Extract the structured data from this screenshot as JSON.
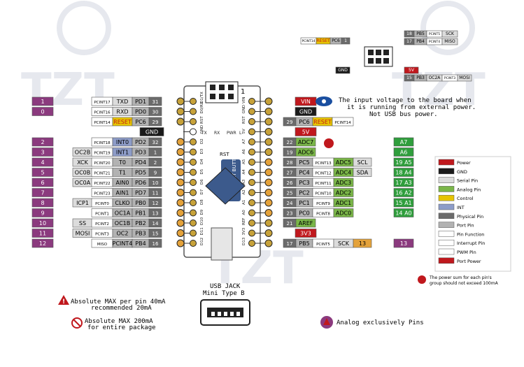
{
  "watermark": {
    "brand": "TZT"
  },
  "header": {
    "reset": "1",
    "isp_number": "1"
  },
  "colors": {
    "power": "#c0181d",
    "gnd": "#1a1a1a",
    "serial": "#dcdcdc",
    "analog": "#7ab648",
    "control": "#e6c400",
    "int": "#8d9cc8",
    "physical": "#6b6b6b",
    "port": "#b2b2b2",
    "pin_function": "#ffffff",
    "pcint": "#ffffff",
    "pwm": "#ffffff",
    "arduino_pin": "#8b3a7e",
    "analog_arduino": "#2f9e3c",
    "pcb": "#ffffff",
    "header_hole": "#c7a23a",
    "chip": "#3c5a8c"
  },
  "left_pins": [
    {
      "arduino": "1",
      "pcint": "PCINT17",
      "fn": "TXD",
      "port": "PD1",
      "phys": "31",
      "fncolor": "serial"
    },
    {
      "arduino": "0",
      "pcint": "PCINT16",
      "fn": "RXD",
      "port": "PD0",
      "phys": "30",
      "fncolor": "serial"
    },
    {
      "arduino": "",
      "pcint": "PCINT14",
      "fn": "RESET",
      "port": "PC6",
      "phys": "29",
      "fncolor": "control"
    },
    {
      "arduino": "",
      "pcint": "",
      "fn": "GND",
      "port": "",
      "phys": "",
      "fncolor": "gnd"
    },
    {
      "arduino": "2",
      "pcint": "PCINT18",
      "fn": "INT0",
      "port": "PD2",
      "phys": "32",
      "fncolor": "int"
    },
    {
      "arduino": "3",
      "extra": "OC2B",
      "pcint": "PCINT19",
      "fn": "INT1",
      "port": "PD3",
      "phys": "1",
      "fncolor": "int"
    },
    {
      "arduino": "4",
      "extra": "XCK",
      "pcint": "PCINT20",
      "fn": "T0",
      "port": "PD4",
      "phys": "2",
      "fncolor": "port"
    },
    {
      "arduino": "5",
      "extra": "OC0B",
      "pcint": "PCINT21",
      "fn": "T1",
      "port": "PD5",
      "phys": "9",
      "fncolor": "port"
    },
    {
      "arduino": "6",
      "extra": "OC0A",
      "pcint": "PCINT22",
      "fn": "AIN0",
      "port": "PD6",
      "phys": "10",
      "fncolor": "port"
    },
    {
      "arduino": "7",
      "extra": "",
      "pcint": "PCINT23",
      "fn": "AIN1",
      "port": "PD7",
      "phys": "11",
      "fncolor": "port"
    },
    {
      "arduino": "8",
      "extra": "ICP1",
      "pcint": "PCINT0",
      "fn": "CLKO",
      "port": "PB0",
      "phys": "12",
      "fncolor": "port"
    },
    {
      "arduino": "9",
      "extra": "",
      "pcint": "PCINT1",
      "fn": "OC1A",
      "port": "PB1",
      "phys": "13",
      "fncolor": "port"
    },
    {
      "arduino": "10",
      "extra": "SS",
      "pcint": "PCINT2",
      "fn": "OC1B",
      "port": "PB2",
      "phys": "14",
      "fncolor": "port"
    },
    {
      "arduino": "11",
      "extra": "MOSI",
      "pcint": "PCINT3",
      "fn": "OC2",
      "port": "PB3",
      "phys": "15",
      "fncolor": "port"
    },
    {
      "arduino": "12",
      "extra": "",
      "pcint": "MISO",
      "fn": "PCINT4",
      "port": "PB4",
      "phys": "16",
      "fncolor": "port"
    }
  ],
  "right_pins": [
    {
      "label": "VIN",
      "fncolor": "power"
    },
    {
      "label": "GND",
      "fncolor": "gnd"
    },
    {
      "phys": "29",
      "port": "PC6",
      "fn": "RESET",
      "pcint": "PCINT14",
      "fncolor": "control"
    },
    {
      "label": "5V",
      "fncolor": "power"
    },
    {
      "phys": "22",
      "fn": "ADC7",
      "fncolor": "analog",
      "warn": true
    },
    {
      "phys": "19",
      "fn": "ADC6",
      "fncolor": "analog"
    },
    {
      "phys": "28",
      "port": "PC5",
      "pcint": "PCINT13",
      "fn": "ADC5",
      "extra": "SCL",
      "fncolor": "analog"
    },
    {
      "phys": "27",
      "port": "PC4",
      "pcint": "PCINT12",
      "fn": "ADC4",
      "extra": "SDA",
      "fncolor": "analog"
    },
    {
      "phys": "26",
      "port": "PC3",
      "pcint": "PCINT11",
      "fn": "ADC3",
      "fncolor": "analog"
    },
    {
      "phys": "25",
      "port": "PC2",
      "pcint": "PCINT10",
      "fn": "ADC2",
      "fncolor": "analog"
    },
    {
      "phys": "24",
      "port": "PC1",
      "pcint": "PCINT9",
      "fn": "ADC1",
      "fncolor": "analog"
    },
    {
      "phys": "23",
      "port": "PC0",
      "pcint": "PCINT8",
      "fn": "ADC0",
      "fncolor": "analog"
    },
    {
      "phys": "21",
      "fn": "AREF",
      "fncolor": "analog"
    },
    {
      "label": "3V3",
      "fncolor": "power"
    },
    {
      "phys": "17",
      "port": "PB5",
      "pcint": "PCINT5",
      "fn": "SCK",
      "extra": "13",
      "fncolor": "serial"
    }
  ],
  "analog_labels": [
    {
      "label": "A7"
    },
    {
      "label": "A6"
    },
    {
      "label": "19 A5"
    },
    {
      "label": "18 A4"
    },
    {
      "label": "17 A3"
    },
    {
      "label": "16 A2"
    },
    {
      "label": "15 A1"
    },
    {
      "label": "14 A0"
    }
  ],
  "d13_label": "13",
  "legend": [
    {
      "label": "Power",
      "color": "power"
    },
    {
      "label": "GND",
      "color": "gnd"
    },
    {
      "label": "Serial Pin",
      "color": "serial"
    },
    {
      "label": "Analog Pin",
      "color": "analog"
    },
    {
      "label": "Control",
      "color": "control"
    },
    {
      "label": "INT",
      "color": "int"
    },
    {
      "label": "Physical Pin",
      "color": "physical"
    },
    {
      "label": "Port Pin",
      "color": "port"
    },
    {
      "label": "Pin Function",
      "color": "pin_function"
    },
    {
      "label": "Interrupt Pin",
      "color": "pcint"
    },
    {
      "label": "PWM Pin",
      "color": "pwm"
    },
    {
      "label": "Port Power",
      "color": "power"
    }
  ],
  "vin_note": {
    "line1": "The input voltage to the board when",
    "line2": "it is running from external power.",
    "line3": "Not USB bus power."
  },
  "icsp": {
    "top": [
      {
        "phys": "18",
        "port": "PB5",
        "pcint": "PCINT5",
        "fn": "SCK"
      },
      {
        "phys": "17",
        "port": "PB4",
        "pcint": "PCINT4",
        "fn": "MISO"
      }
    ],
    "left": [
      {
        "pcint": "PCINT14",
        "fn": "RESET",
        "port": "PC6",
        "phys": "1"
      },
      {
        "label": "GND"
      }
    ],
    "right": [
      {
        "label": "5V"
      },
      {
        "phys": "15",
        "port": "PB3",
        "fn": "OC2A",
        "pcint": "PCINT3",
        "extra": "MOSI"
      }
    ]
  },
  "board_labels": {
    "top_left": [
      "D1/TX",
      "D0/RX",
      "RST",
      "GND",
      "D2",
      "D3",
      "D4",
      "D5",
      "D6",
      "D7",
      "D8",
      "D9",
      "D10",
      "D11",
      "D12"
    ],
    "top_right": [
      "VIN",
      "GND",
      "RST",
      "5V",
      "A7",
      "A6",
      "A5",
      "A4",
      "A3",
      "A2",
      "A1",
      "A0",
      "REF",
      "3V3",
      "D13"
    ],
    "silk_top": [
      "TX",
      "RX",
      "PWR",
      "L"
    ],
    "reset_button": "RESET BUTTON",
    "rst_small": "RST"
  },
  "power_notes": {
    "max_per_pin": "Absolute MAX per pin 40mA",
    "recommended": "recommended 20mA",
    "max_package": "Absolute MAX 200mA",
    "for_package": "for entire package",
    "group_note_1": "The power sum for each pin's",
    "group_note_2": "group should not exceed 100mA",
    "analog_only": "Analog exclusively Pins"
  },
  "usb": {
    "line1": "USB JACK",
    "line2": "Mini Type B"
  }
}
